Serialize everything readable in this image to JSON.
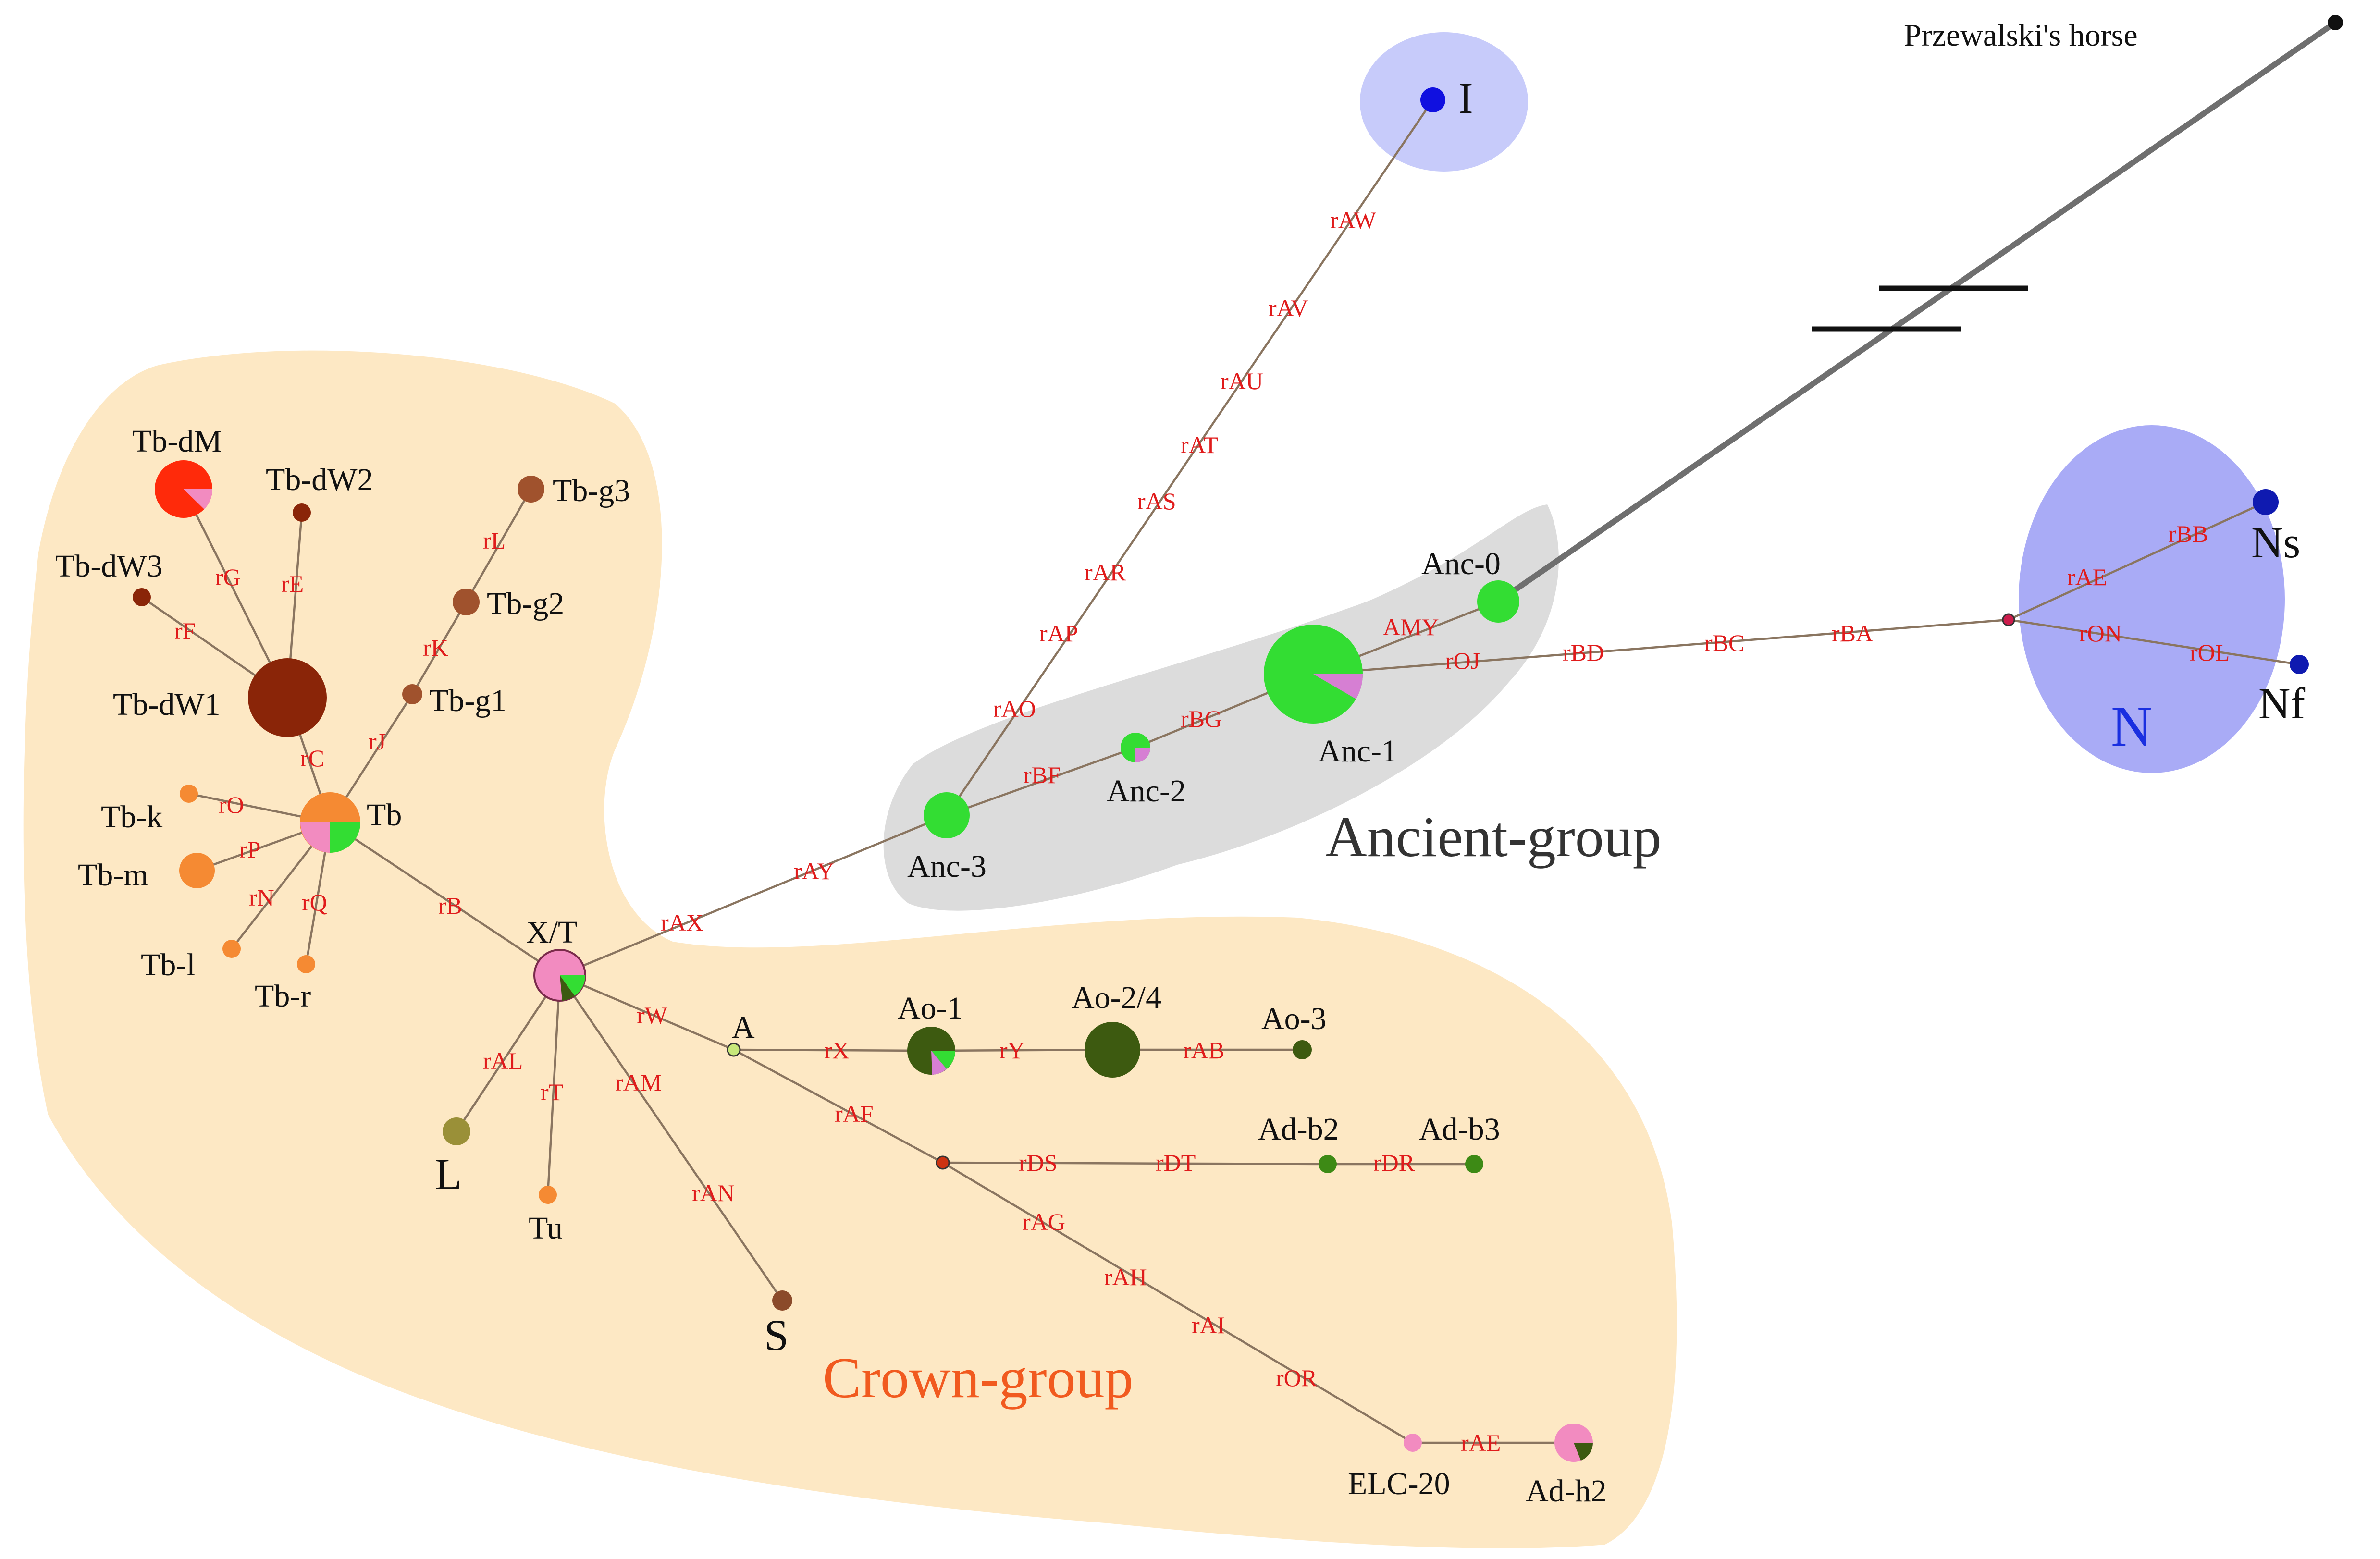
{
  "groups": [
    {
      "id": "crown",
      "label": "Crown-group",
      "color": "#f15a1f"
    },
    {
      "id": "ancient",
      "label": "Ancient-group",
      "color": "#333333"
    },
    {
      "id": "I",
      "label": "I",
      "color": "#1a2fe0"
    },
    {
      "id": "N",
      "label": "N",
      "color": "#1a2fe0"
    }
  ],
  "colors": {
    "crown_fill": "#fde8c4",
    "ancient_fill": "#dcdcdc",
    "clade_fill": "#a9abf6",
    "clade_I_fill": "#c7cbfa"
  },
  "nodes": [
    {
      "id": "przewalski",
      "label": "Przewalski's horse",
      "color": "#111111"
    },
    {
      "id": "I",
      "label": "I",
      "color": "#1010e0"
    },
    {
      "id": "Ns",
      "label": "Ns",
      "color": "#0f1ab0"
    },
    {
      "id": "Nf",
      "label": "Nf",
      "color": "#0f1ab0"
    },
    {
      "id": "anc0",
      "label": "Anc-0",
      "color": "#33dd33"
    },
    {
      "id": "anc1",
      "label": "Anc-1",
      "color": "#33dd33"
    },
    {
      "id": "anc2",
      "label": "Anc-2",
      "color": "#33dd33"
    },
    {
      "id": "anc3",
      "label": "Anc-3",
      "color": "#33dd33"
    },
    {
      "id": "xt",
      "label": "X/T",
      "color": "#f28bc0"
    },
    {
      "id": "tb",
      "label": "Tb",
      "color": "#f58a33"
    },
    {
      "id": "tbdw1",
      "label": "Tb-dW1",
      "color": "#8a2508"
    },
    {
      "id": "tbdm",
      "label": "Tb-dM",
      "color": "#ff2a0a"
    },
    {
      "id": "tbdw2",
      "label": "Tb-dW2",
      "color": "#8a2508"
    },
    {
      "id": "tbdw3",
      "label": "Tb-dW3",
      "color": "#8a2508"
    },
    {
      "id": "tbg1",
      "label": "Tb-g1",
      "color": "#a0522d"
    },
    {
      "id": "tbg2",
      "label": "Tb-g2",
      "color": "#a0522d"
    },
    {
      "id": "tbg3",
      "label": "Tb-g3",
      "color": "#a0522d"
    },
    {
      "id": "tbk",
      "label": "Tb-k",
      "color": "#f58a33"
    },
    {
      "id": "tbm",
      "label": "Tb-m",
      "color": "#f58a33"
    },
    {
      "id": "tbl",
      "label": "Tb-l",
      "color": "#f58a33"
    },
    {
      "id": "tbr",
      "label": "Tb-r",
      "color": "#f58a33"
    },
    {
      "id": "L",
      "label": "L",
      "color": "#9a9038"
    },
    {
      "id": "Tu",
      "label": "Tu",
      "color": "#f58a33"
    },
    {
      "id": "S",
      "label": "S",
      "color": "#8b4a2a"
    },
    {
      "id": "A",
      "label": "A",
      "color": "#c7e87a"
    },
    {
      "id": "ao1",
      "label": "Ao-1",
      "color": "#3d5a10"
    },
    {
      "id": "ao24",
      "label": "Ao-2/4",
      "color": "#3d5a10"
    },
    {
      "id": "ao3",
      "label": "Ao-3",
      "color": "#3d5a10"
    },
    {
      "id": "adb2",
      "label": "Ad-b2",
      "color": "#3d8a15"
    },
    {
      "id": "adb3",
      "label": "Ad-b3",
      "color": "#3d8a15"
    },
    {
      "id": "elc20",
      "label": "ELC-20",
      "color": "#f28bc0"
    },
    {
      "id": "adh2",
      "label": "Ad-h2",
      "color": "#f28bc0"
    },
    {
      "id": "nNode",
      "label": "",
      "color": "#cc1c4c"
    },
    {
      "id": "adNode",
      "label": "",
      "color": "#cc3311"
    }
  ],
  "mutations": [
    "rAW",
    "rAV",
    "rAU",
    "rAT",
    "rAS",
    "rAR",
    "rAP",
    "rAO",
    "rBB",
    "rAE",
    "rON",
    "rOL",
    "rBA",
    "rBC",
    "rBD",
    "rOJ",
    "AMY",
    "rBG",
    "rBF",
    "rAY",
    "rAX",
    "rG",
    "rE",
    "rF",
    "rL",
    "rK",
    "rJ",
    "rC",
    "rO",
    "rP",
    "rN",
    "rQ",
    "rB",
    "rW",
    "rAL",
    "rT",
    "rAM",
    "rAN",
    "rX",
    "rY",
    "rAB",
    "rAF",
    "rDS",
    "rDT",
    "rDR",
    "rAG",
    "rAH",
    "rAI",
    "rOR",
    "rAE"
  ]
}
